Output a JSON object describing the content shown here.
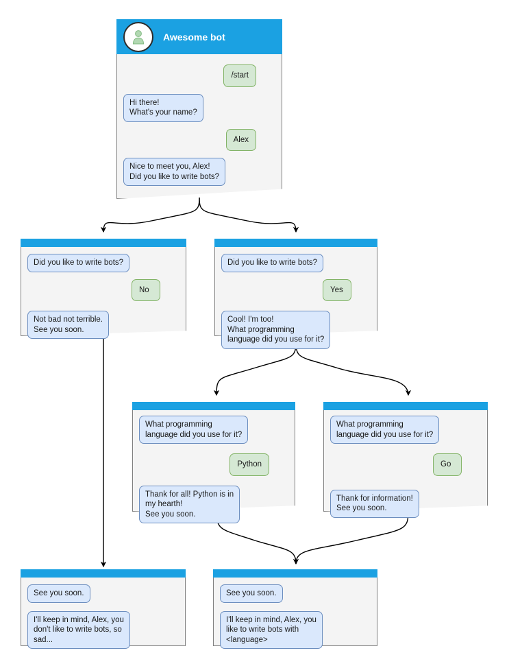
{
  "diagram": {
    "title": "Telegram bot conversation flow",
    "colors": {
      "header_blue": "#1ba1e2",
      "node_background": "#f4f4f4",
      "node_border": "#808080",
      "bot_bubble_fill": "#dae8fc",
      "bot_bubble_border": "#6c8ebf",
      "user_bubble_fill": "#d5e8d4",
      "user_bubble_border": "#82b366",
      "edge_stroke": "#000000",
      "avatar_ring": "#2b2b2b",
      "avatar_person": "#b2d8b2"
    }
  },
  "nodes": {
    "root": {
      "bot_name": "Awesome bot",
      "avatar_icon": "person-avatar-icon",
      "messages": [
        {
          "from": "user",
          "text": "/start"
        },
        {
          "from": "bot",
          "text": "Hi there!\nWhat's your name?"
        },
        {
          "from": "user",
          "text": "Alex"
        },
        {
          "from": "bot",
          "text": "Nice to meet you, Alex!\nDid you like to write bots?"
        }
      ]
    },
    "no_branch": {
      "messages": [
        {
          "from": "bot",
          "text": "Did you like to write bots?"
        },
        {
          "from": "user",
          "text": "No"
        },
        {
          "from": "bot",
          "text": "Not bad not terrible.\nSee you soon."
        }
      ]
    },
    "yes_branch": {
      "messages": [
        {
          "from": "bot",
          "text": "Did you like to write bots?"
        },
        {
          "from": "user",
          "text": "Yes"
        },
        {
          "from": "bot",
          "text": "Cool! I'm too!\nWhat programming\nlanguage did you use for it?"
        }
      ]
    },
    "python_branch": {
      "messages": [
        {
          "from": "bot",
          "text": "What programming\nlanguage did you use for it?"
        },
        {
          "from": "user",
          "text": "Python"
        },
        {
          "from": "bot",
          "text": "Thank for all! Python is in\nmy hearth!\nSee you soon."
        }
      ]
    },
    "go_branch": {
      "messages": [
        {
          "from": "bot",
          "text": "What programming\nlanguage did you use for it?"
        },
        {
          "from": "user",
          "text": "Go"
        },
        {
          "from": "bot",
          "text": "Thank for information!\nSee you soon."
        }
      ]
    },
    "end_sad": {
      "messages": [
        {
          "from": "bot",
          "text": "See you soon."
        },
        {
          "from": "bot",
          "text": "I'll keep in mind, Alex, you\ndon't like to write bots, so\nsad..."
        }
      ]
    },
    "end_happy": {
      "messages": [
        {
          "from": "bot",
          "text": "See you soon."
        },
        {
          "from": "bot",
          "text": "I'll keep in mind, Alex, you\nlike to write bots with\n<language>"
        }
      ]
    }
  }
}
